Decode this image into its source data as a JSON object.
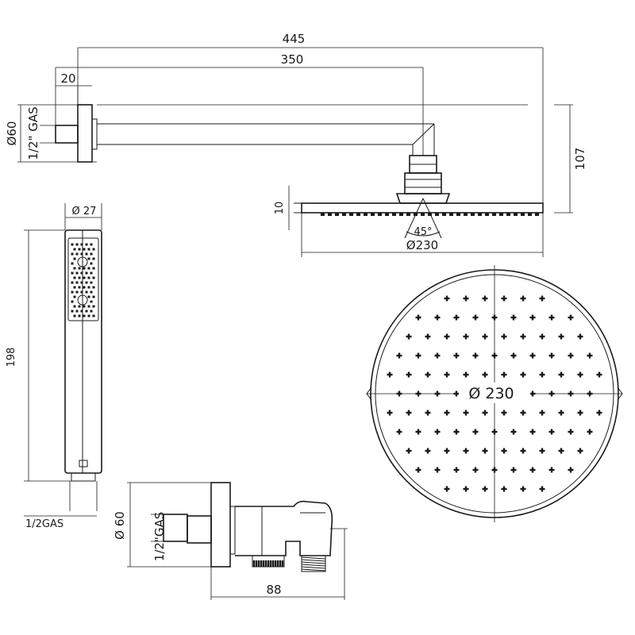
{
  "drawing": {
    "dimensions": {
      "overall_length": "445",
      "arm_length": "350",
      "flange_depth": "20",
      "flange_diameter": "Ø60",
      "thread_top": "1/2\" GAS",
      "total_height": "107",
      "head_thickness": "10",
      "swivel_angle": "45°",
      "head_diameter_side": "Ø230",
      "hand_diameter": "Ø 27",
      "hand_length": "198",
      "hand_thread": "1/2GAS",
      "head_diameter_plan": "Ø 230",
      "outlet_diameter": "Ø 60",
      "outlet_thread": "1/2\"GAS",
      "outlet_length": "88"
    }
  }
}
